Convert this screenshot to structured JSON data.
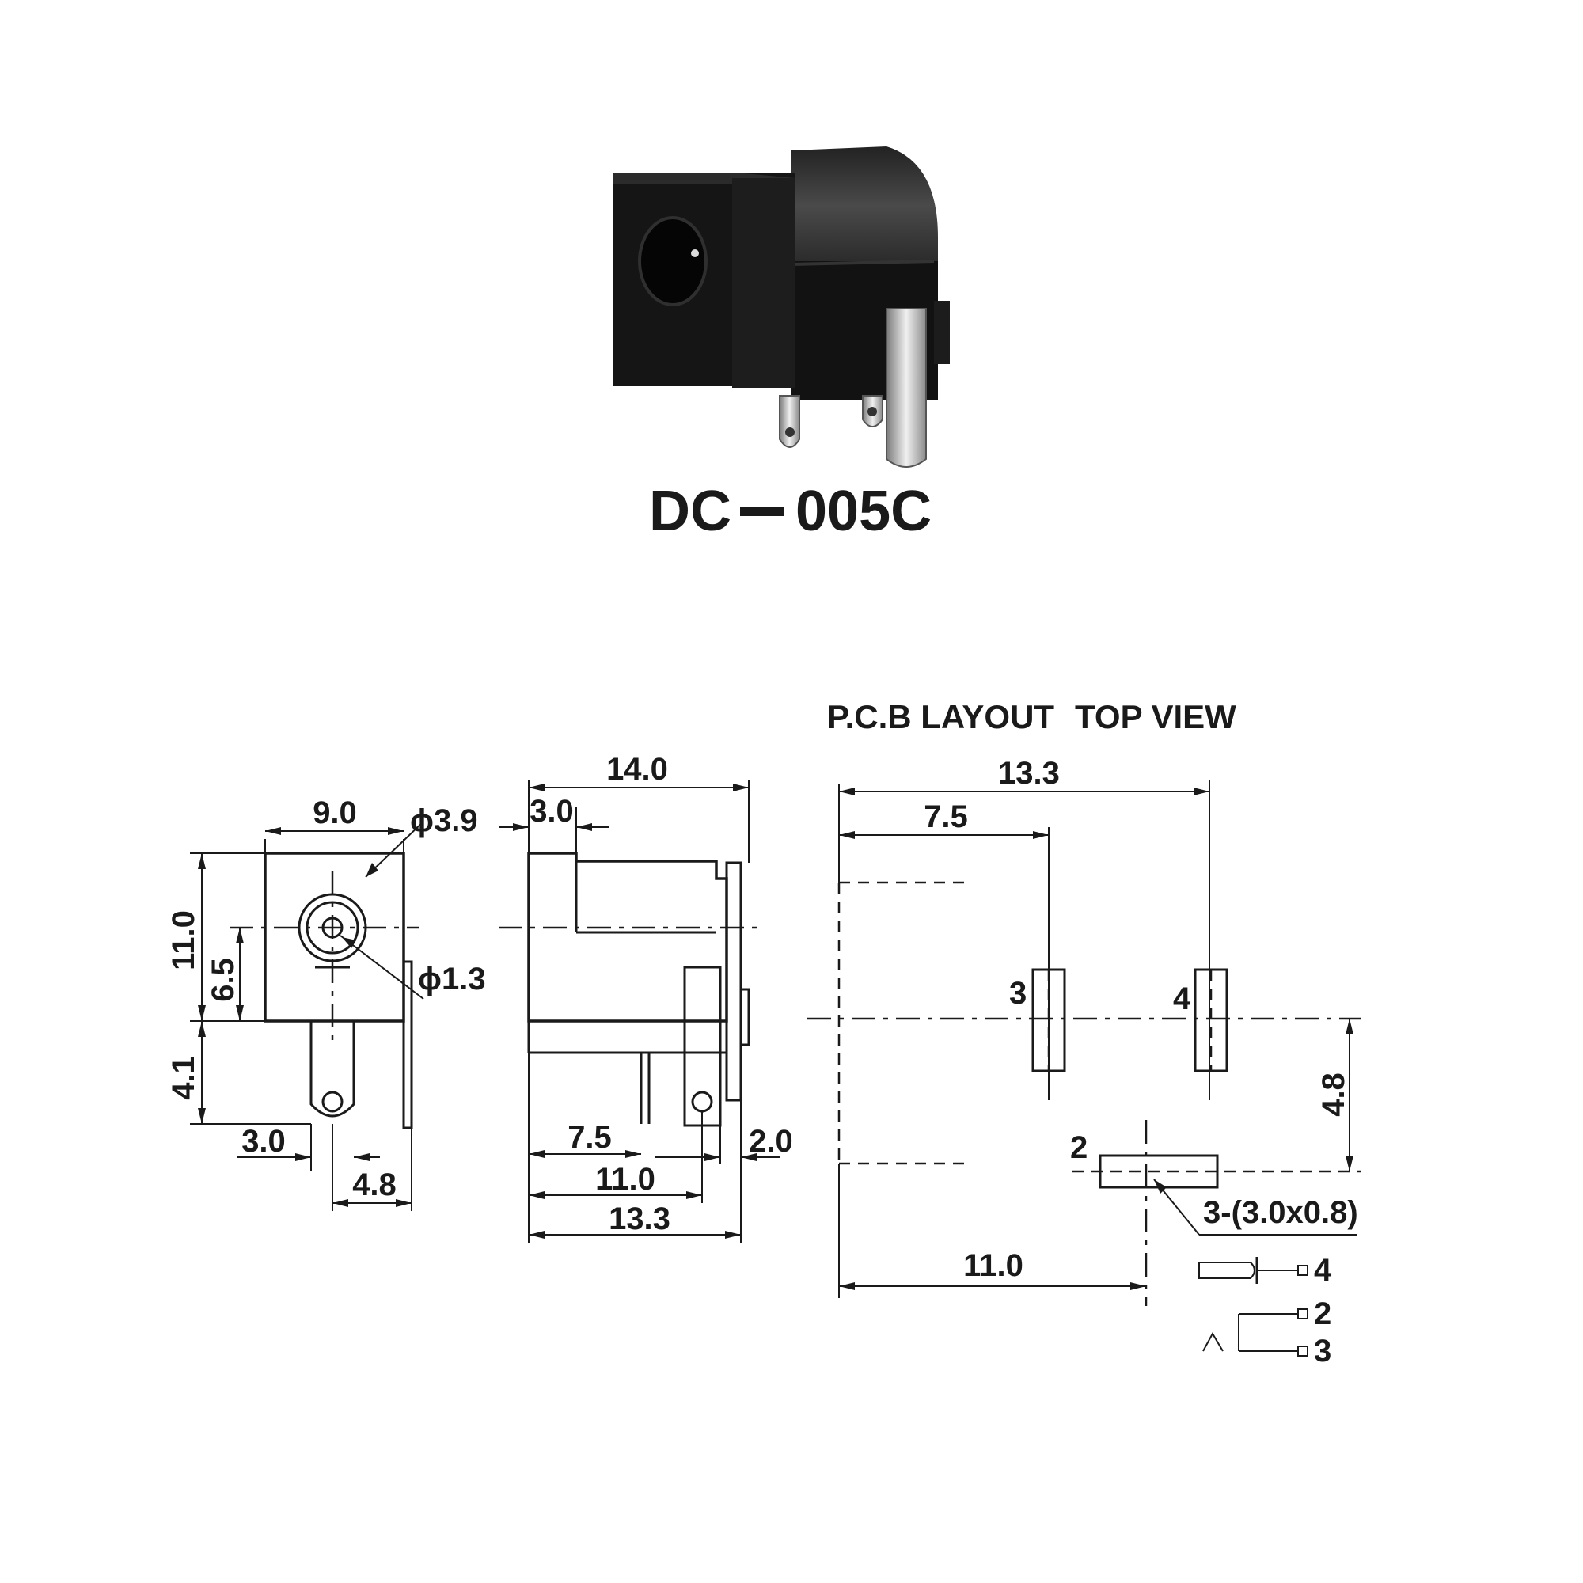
{
  "product": {
    "model": "DC",
    "code": "005C"
  },
  "headers": {
    "pcb_layout": "P.C.B LAYOUT",
    "top_view": "TOP VIEW"
  },
  "front_view": {
    "width": "9.0",
    "height": "11.0",
    "center_height": "6.5",
    "pin_length": "4.1",
    "pin_offset_a": "3.0",
    "pin_offset_b": "4.8",
    "hole_dia": "ϕ3.9",
    "pin_dia": "ϕ1.3"
  },
  "side_view": {
    "length": "14.0",
    "front_depth": "3.0",
    "pin_a": "7.5",
    "pin_b": "11.0",
    "pin_c": "13.3",
    "tab": "2.0"
  },
  "pcb": {
    "total": "13.3",
    "pad3_pos": "7.5",
    "pad2_pos": "11.0",
    "offset": "4.8",
    "slot_note": "3-(3.0x0.8)",
    "pad3_label": "3",
    "pad4_label": "4",
    "pad2_label": "2"
  },
  "schematic": {
    "pin4": "4",
    "pin2": "2",
    "pin3": "3"
  }
}
